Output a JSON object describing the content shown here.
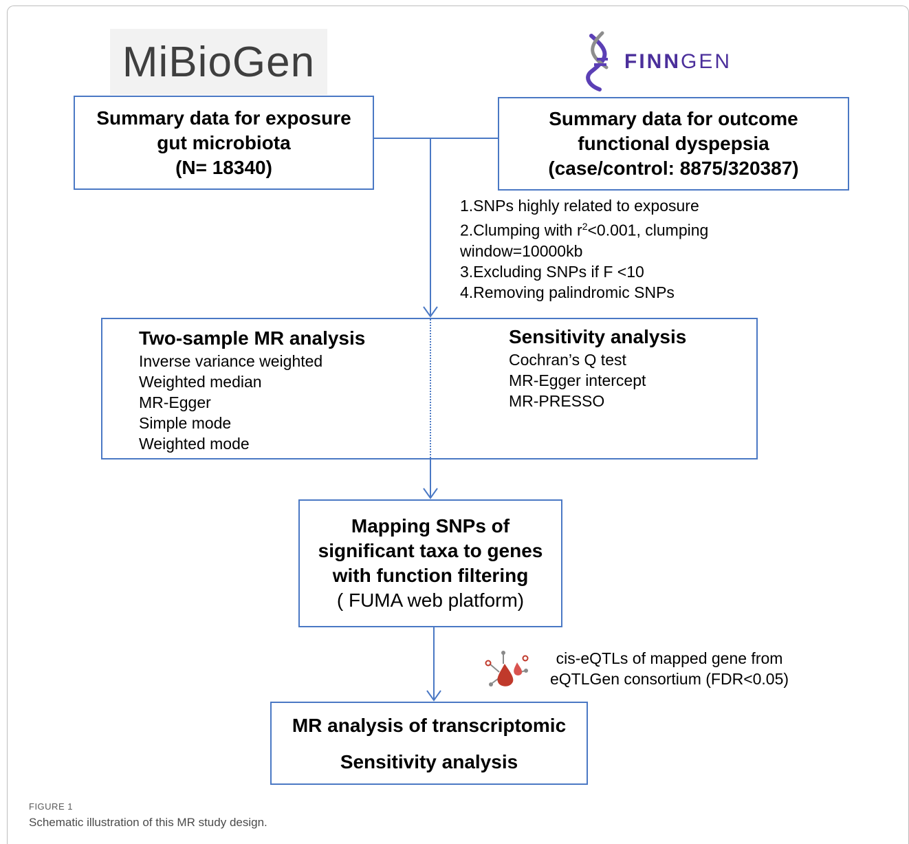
{
  "logos": {
    "left": "MiBioGen",
    "right_bold": "FINN",
    "right_rest": "GEN"
  },
  "exposure_box": {
    "line1": "Summary data for exposure",
    "line2": "gut microbiota",
    "line3": "(N= 18340)"
  },
  "outcome_box": {
    "line1": "Summary data for outcome",
    "line2": "functional dyspepsia",
    "line3": "(case/control: 8875/320387)"
  },
  "steps": {
    "s1": "1.SNPs highly related to exposure",
    "s2a": "2.Clumping with r",
    "s2sup": "2",
    "s2b": "<0.001, clumping",
    "s2c": "window=10000kb",
    "s3": "3.Excluding SNPs if F <10",
    "s4": "4.Removing palindromic SNPs"
  },
  "mr_box": {
    "left_title": "Two-sample MR analysis",
    "left_items": [
      "Inverse variance weighted",
      "Weighted median",
      "MR-Egger",
      "Simple mode",
      "Weighted mode"
    ],
    "right_title": "Sensitivity analysis",
    "right_items": [
      "Cochran’s Q test",
      "MR-Egger intercept",
      "MR-PRESSO"
    ]
  },
  "mapping_box": {
    "line1": "Mapping SNPs of",
    "line2": "significant taxa  to genes",
    "line3": "with function filtering",
    "line4": "( FUMA web platform)"
  },
  "eqtl_note": {
    "line1": "cis-eQTLs of mapped gene from",
    "line2": "eQTLGen consortium (FDR<0.05)"
  },
  "final_box": {
    "line1": "MR analysis of transcriptomic",
    "line2": "Sensitivity analysis"
  },
  "caption": {
    "label": "FIGURE 1",
    "text": "Schematic illustration of this MR study design."
  },
  "colors": {
    "box_border": "#4a78c4",
    "finngen": "#4b2f9b",
    "blood": "#c0392b"
  }
}
